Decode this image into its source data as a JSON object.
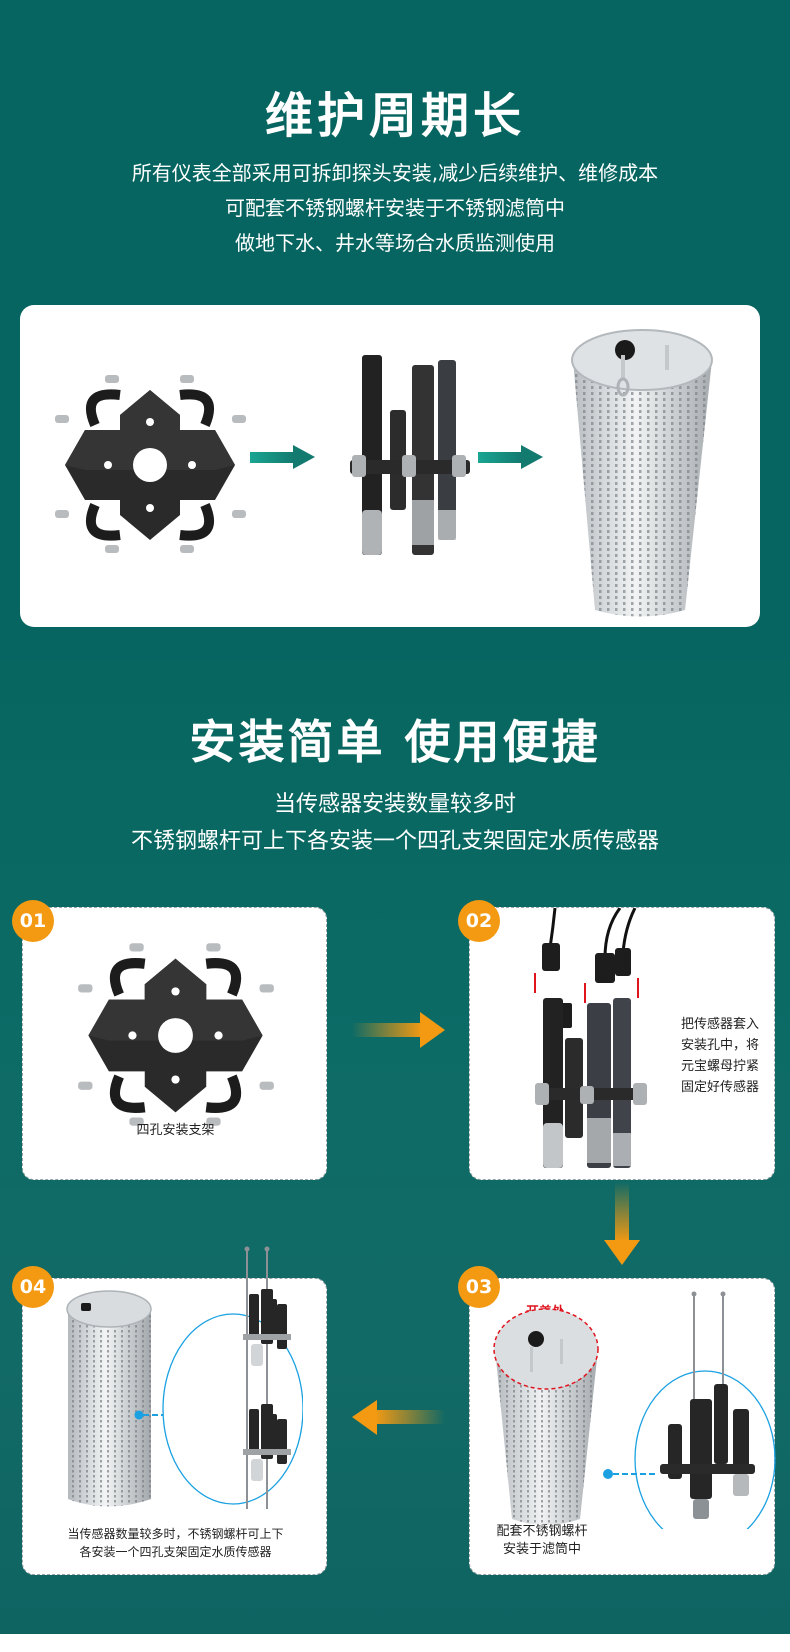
{
  "section1": {
    "title": "维护周期长",
    "lines": [
      "所有仪表全部采用可拆卸探头安装,减少后续维护、维修成本",
      "可配套不锈钢螺杆安装于不锈钢滤筒中",
      "做地下水、井水等场合水质监测使用"
    ],
    "panel": {
      "images": [
        "four-hole-bracket-image",
        "sensor-assembly-image",
        "stainless-filter-cylinder-image"
      ]
    }
  },
  "section2": {
    "title": "安装简单 使用便捷",
    "lines": [
      "当传感器安装数量较多时",
      "不锈钢螺杆可上下各安装一个四孔支架固定水质传感器"
    ]
  },
  "steps": [
    {
      "number": "01",
      "caption": "四孔安装支架"
    },
    {
      "number": "02",
      "caption_lines": [
        "把传感器套入",
        "安装孔中，将",
        "元宝螺母拧紧",
        "固定好传感器"
      ]
    },
    {
      "number": "03",
      "label": "开盖处",
      "caption_lines": [
        "配套不锈钢螺杆",
        "安装于滤筒中"
      ]
    },
    {
      "number": "04",
      "caption_lines": [
        "当传感器数量较多时，不锈钢螺杆可上下",
        "各安装一个四孔支架固定水质传感器"
      ]
    }
  ],
  "colors": {
    "background": "#066560",
    "badge": "#f39a12",
    "arrow_teal": "#137a70",
    "arrow_orange": "#f39a12",
    "callout_blue": "#1ba1e2",
    "label_red": "#e0141e"
  }
}
